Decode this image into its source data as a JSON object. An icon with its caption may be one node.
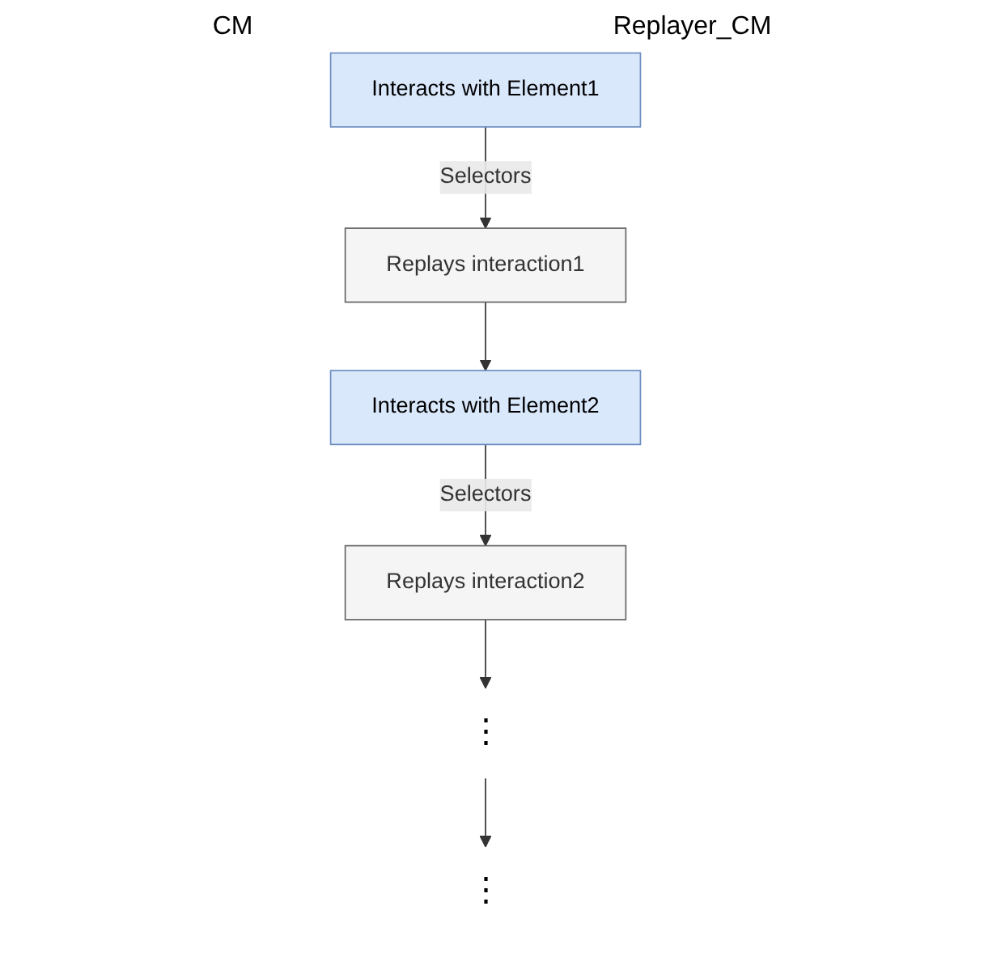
{
  "diagram": {
    "nodes": [
      {
        "text": [
          "Interacts with Element1"
        ]
      },
      {
        "text": [
          "Replays interaction1"
        ]
      },
      {
        "text": [
          "Interacts with Element2"
        ]
      },
      {
        "text": [
          "Replays interaction2"
        ]
      },
      {
        "text": [
          "⋮"
        ]
      },
      {
        "text": [
          "⋮"
        ]
      }
    ],
    "edges": [
      {
        "from": 0,
        "to": 1,
        "arrow": "to",
        "label": "Selectors"
      },
      {
        "from": 1,
        "to": 2,
        "arrow": "to"
      },
      {
        "from": 2,
        "to": 3,
        "arrow": "to",
        "label": "Selectors"
      },
      {
        "from": 3,
        "to": 4,
        "arrow": "to"
      },
      {
        "from": 4,
        "to": 5,
        "arrow": "to"
      }
    ],
    "labels": [
      "CM",
      "Replayer_CM"
    ]
  }
}
